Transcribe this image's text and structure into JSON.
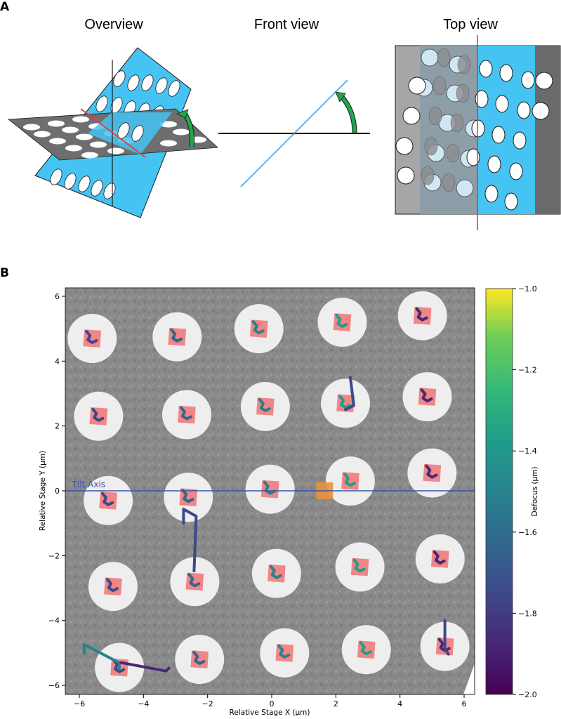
{
  "panel_a": {
    "label": "A",
    "views": [
      {
        "title": "Overview"
      },
      {
        "title": "Front view"
      },
      {
        "title": "Top view"
      }
    ],
    "colors": {
      "tilted_grid": "#45c3f2",
      "flat_grid": "#6e6e70",
      "tilt_axis": "#e0403a",
      "arrow": "#1ea84a",
      "front_line": "#5bb4e6"
    }
  },
  "panel_b": {
    "label": "B",
    "tilt_axis_label": "Tilt Axis",
    "colorbar": {
      "label": "Defocus (µm)",
      "ticks": [
        "−1.0",
        "−1.2",
        "−1.4",
        "−1.6",
        "−1.8",
        "−2.0"
      ],
      "colormap": "viridis"
    }
  },
  "chart_data": {
    "type": "scatter",
    "title": "",
    "xlabel": "Relative Stage X (µm)",
    "ylabel": "Relative Stage Y (µm)",
    "xlim": [
      -6.3,
      6.3
    ],
    "ylim": [
      -6.3,
      6.2
    ],
    "xticks": [
      -6,
      -4,
      -2,
      0,
      2,
      4,
      6
    ],
    "yticks": [
      -6,
      -4,
      -2,
      0,
      2,
      4,
      6
    ],
    "xtick_labels": [
      "−6",
      "−4",
      "−2",
      "0",
      "2",
      "4",
      "6"
    ],
    "ytick_labels": [
      "−6",
      "−4",
      "−2",
      "0",
      "2",
      "4",
      "6"
    ],
    "grid": false,
    "background": "grayscale micrograph of holey carbon film",
    "tilt_axis_y": 0,
    "colorbar": {
      "label": "Defocus (µm)",
      "range": [
        -2.0,
        -1.0
      ],
      "cmap": "viridis"
    },
    "holes": [
      {
        "row": 1,
        "x": -5.6,
        "y": 4.7
      },
      {
        "row": 1,
        "x": -2.95,
        "y": 4.75
      },
      {
        "row": 1,
        "x": -0.4,
        "y": 5.0
      },
      {
        "row": 1,
        "x": 2.2,
        "y": 5.2
      },
      {
        "row": 1,
        "x": 4.7,
        "y": 5.4
      },
      {
        "row": 2,
        "x": -5.4,
        "y": 2.3
      },
      {
        "row": 2,
        "x": -2.65,
        "y": 2.35
      },
      {
        "row": 2,
        "x": -0.2,
        "y": 2.6
      },
      {
        "row": 2,
        "x": 2.3,
        "y": 2.7
      },
      {
        "row": 2,
        "x": 4.85,
        "y": 2.9
      },
      {
        "row": 3,
        "x": -5.1,
        "y": -0.3
      },
      {
        "row": 3,
        "x": -2.6,
        "y": -0.2
      },
      {
        "row": 3,
        "x": -0.05,
        "y": 0.05
      },
      {
        "row": 3,
        "x": 2.45,
        "y": 0.3
      },
      {
        "row": 3,
        "x": 5.0,
        "y": 0.55
      },
      {
        "row": 4,
        "x": -4.95,
        "y": -2.95
      },
      {
        "row": 4,
        "x": -2.4,
        "y": -2.8
      },
      {
        "row": 4,
        "x": 0.15,
        "y": -2.55
      },
      {
        "row": 4,
        "x": 2.75,
        "y": -2.35
      },
      {
        "row": 4,
        "x": 5.25,
        "y": -2.1
      },
      {
        "row": 5,
        "x": -4.75,
        "y": -5.45
      },
      {
        "row": 5,
        "x": -2.25,
        "y": -5.2
      },
      {
        "row": 5,
        "x": 0.4,
        "y": -5.0
      },
      {
        "row": 5,
        "x": 2.95,
        "y": -4.9
      },
      {
        "row": 5,
        "x": 5.4,
        "y": -4.8
      }
    ],
    "highlight_target": {
      "x": 1.65,
      "y": 0.0,
      "color": "#e8923a"
    },
    "target_marker_color": "#f08080"
  }
}
